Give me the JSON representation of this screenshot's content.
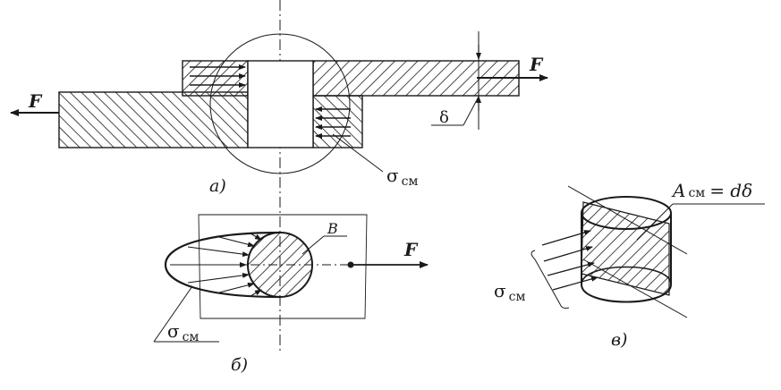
{
  "force_label": "F",
  "thickness_label": "δ",
  "sigma_label": "σ",
  "sigma_subscript": "см",
  "point_label": "B",
  "area_label_A": "A",
  "area_label_sub": "см",
  "area_label_eq": "= dδ",
  "subfig_a": "а)",
  "subfig_b": "б)",
  "subfig_v": "в)",
  "colors": {
    "ink": "#1a1a1a",
    "paper": "#ffffff"
  }
}
